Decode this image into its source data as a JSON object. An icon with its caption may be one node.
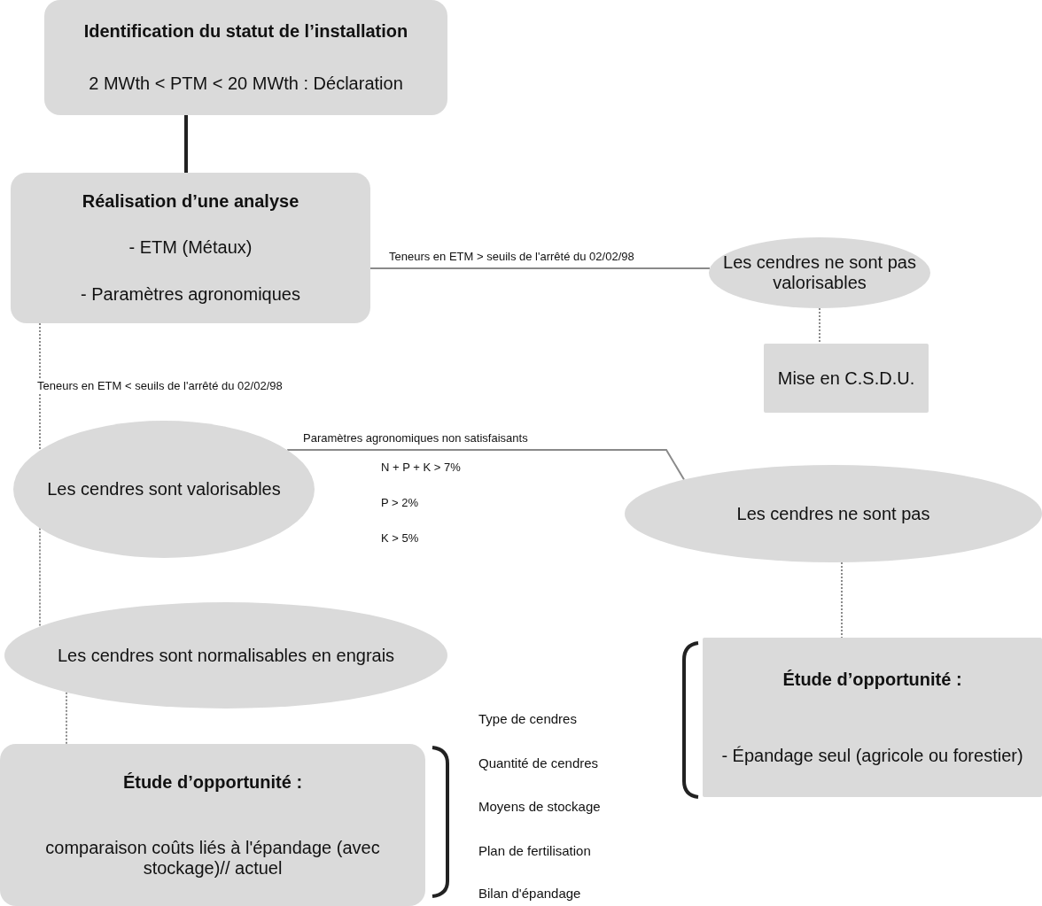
{
  "diagram": {
    "nodes": [
      {
        "text": [
          "Identification du statut de l’installation",
          "2 MWth < PTM < 20 MWth : Déclaration"
        ]
      },
      {
        "text": [
          "Réalisation d’une analyse",
          "- ETM (Métaux)",
          "- Paramètres agronomiques"
        ]
      },
      {
        "text": [
          "Les cendres ne sont pas valorisables"
        ]
      },
      {
        "text": [
          "Mise en C.S.D.U."
        ]
      },
      {
        "text": [
          "Les cendres sont valorisables"
        ]
      },
      {
        "text": [
          "Les cendres ne sont pas"
        ]
      },
      {
        "text": [
          "Les cendres sont normalisables en engrais"
        ]
      },
      {
        "text": [
          "Étude d’opportunité :",
          "comparaison coûts liés à l'épandage (avec stockage)// actuel"
        ]
      },
      {
        "text": [
          "Étude d’opportunité :",
          "- Épandage seul (agricole ou forestier)"
        ]
      }
    ],
    "edges": [
      {
        "from": 0,
        "to": 1,
        "arrow": "none",
        "style": "thick",
        "color": "#222222"
      },
      {
        "from": 1,
        "to": 2,
        "arrow": "none",
        "label": "Teneurs en ETM > seuils de l'arrêté du 02/02/98"
      },
      {
        "from": 2,
        "to": 3,
        "arrow": "none",
        "style": "dashed"
      },
      {
        "from": 1,
        "to": 4,
        "arrow": "none",
        "style": "dashed",
        "label": "Teneurs en ETM < seuils de l'arrêté du 02/02/98"
      },
      {
        "from": 4,
        "to": 5,
        "arrow": "none",
        "label": "Paramètres agronomiques non satisfaisants"
      },
      {
        "from": 4,
        "to": 6,
        "arrow": "none",
        "style": "dashed"
      },
      {
        "from": 6,
        "to": 7,
        "arrow": "none",
        "style": "dashed"
      },
      {
        "from": 5,
        "to": 8,
        "arrow": "none",
        "style": "dashed"
      }
    ],
    "labels": [
      "N + P + K > 7%",
      "P > 2%",
      "K > 5%",
      "Type de cendres",
      "Quantité de cendres",
      "Moyens de stockage",
      "Plan de fertilisation",
      "Bilan d'épandage"
    ]
  }
}
